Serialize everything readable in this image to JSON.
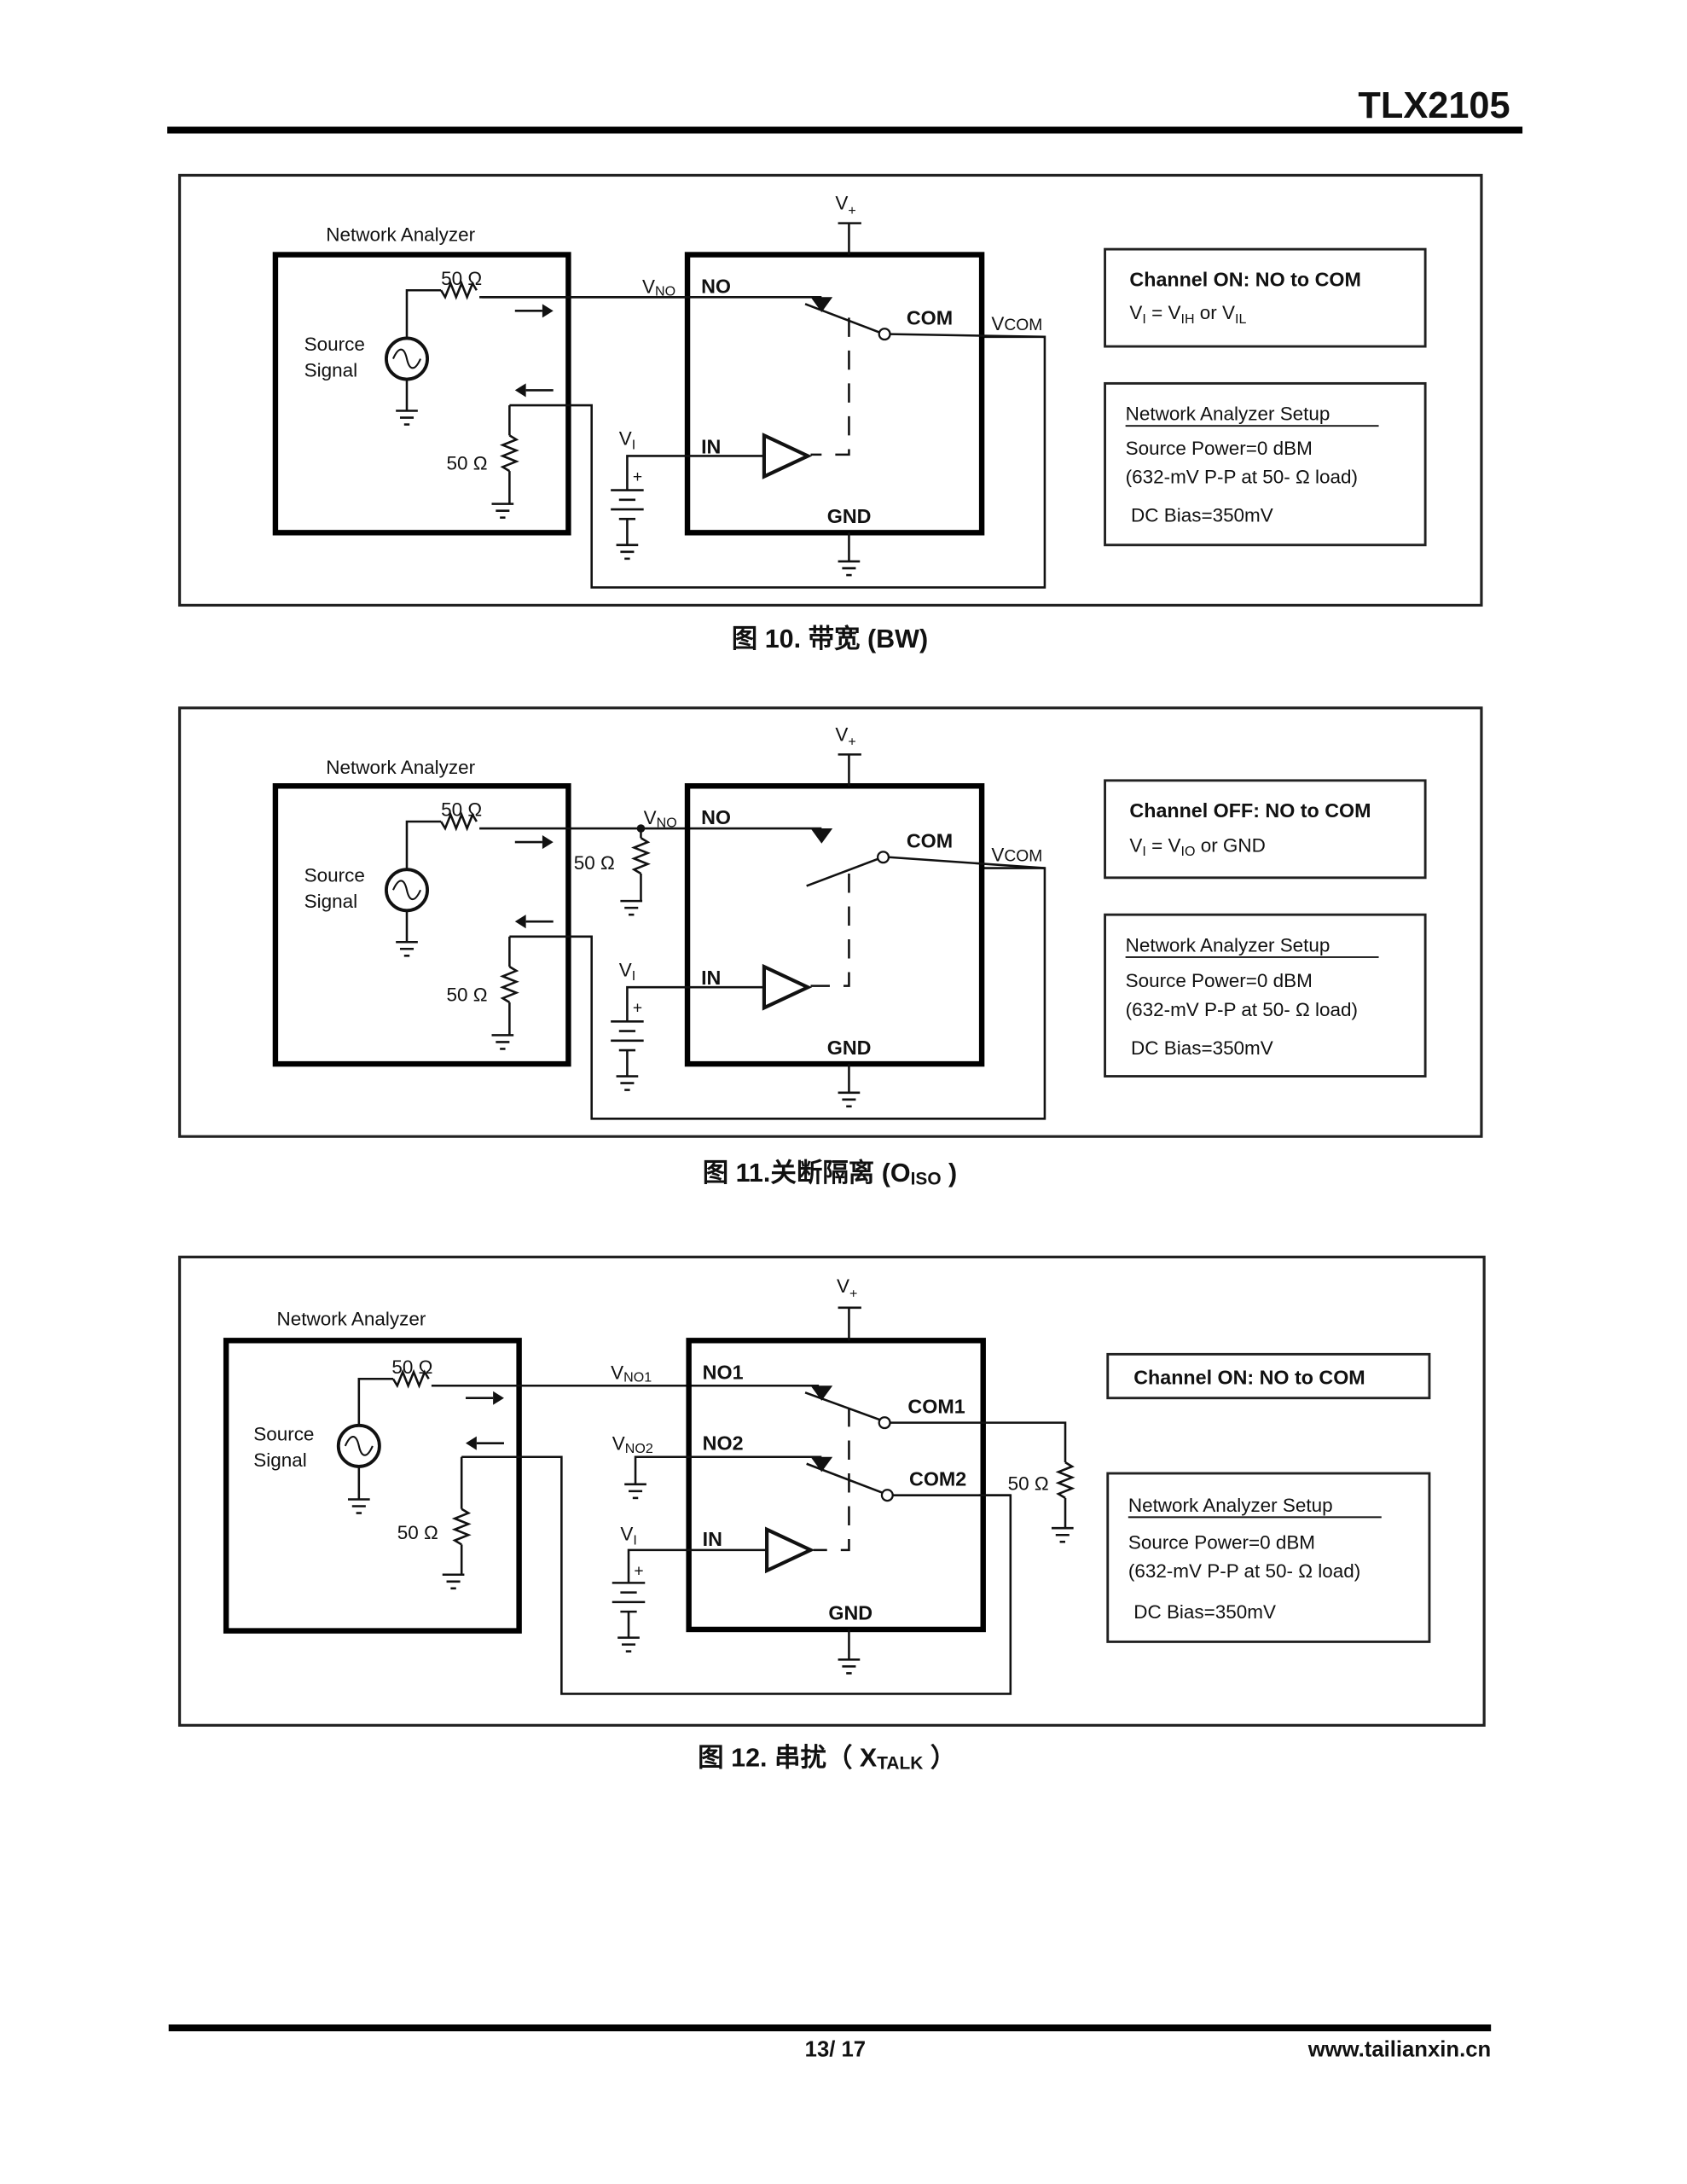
{
  "header": {
    "part_number": "TLX2105"
  },
  "footer": {
    "page": "13/ 17",
    "website": "www.tailianxin.cn"
  },
  "figures": [
    {
      "caption": "图 10. 带宽 (BW)",
      "analyzer_label": "Network Analyzer",
      "source_label_1": "Source",
      "source_label_2": "Signal",
      "r_source": "50 Ω",
      "r_load": "50 Ω",
      "vplus": "V",
      "vplus_sub": "+",
      "vno": "V",
      "vno_sub": "NO",
      "no_pin": "NO",
      "com_pin": "COM",
      "vcom": "V",
      "vcom_sub": "COM",
      "vi": "V",
      "vi_sub": "I",
      "in_pin": "IN",
      "gnd_pin": "GND",
      "plus": "+",
      "state_line1": "Channel ON: NO to COM",
      "state_line2_a": "V",
      "state_line2_a_sub": "I",
      "state_line2_b": " = V",
      "state_line2_b_sub": "IH",
      "state_line2_c": " or V",
      "state_line2_c_sub": "IL",
      "setup_title": "Network Analyzer Setup",
      "setup_line1": "Source Power=0 dBM",
      "setup_line2": "(632-mV P-P at 50- Ω load)",
      "setup_line3": "DC Bias=350mV"
    },
    {
      "caption": "图 11.关断隔离 (O",
      "caption_sub": "ISO",
      "caption_end": " )",
      "analyzer_label": "Network Analyzer",
      "source_label_1": "Source",
      "source_label_2": "Signal",
      "r_source": "50 Ω",
      "r_load": "50 Ω",
      "r_shunt": "50 Ω",
      "vplus": "V",
      "vplus_sub": "+",
      "vno": "V",
      "vno_sub": "NO",
      "no_pin": "NO",
      "com_pin": "COM",
      "vcom": "V",
      "vcom_sub": "COM",
      "vi": "V",
      "vi_sub": "I",
      "in_pin": "IN",
      "gnd_pin": "GND",
      "plus": "+",
      "state_line1": "Channel OFF: NO to COM",
      "state_line2_a": "V",
      "state_line2_a_sub": "I",
      "state_line2_b": " = V",
      "state_line2_b_sub": "IO",
      "state_line2_c": " or GND",
      "setup_title": "Network Analyzer Setup",
      "setup_line1": "Source Power=0 dBM",
      "setup_line2": "(632-mV P-P at 50- Ω load)",
      "setup_line3": "DC Bias=350mV"
    },
    {
      "caption": "图 12. 串扰（ X",
      "caption_sub": "TALK",
      "caption_end": " ）",
      "analyzer_label": "Network Analyzer",
      "source_label_1": "Source",
      "source_label_2": "Signal",
      "r_source": "50 Ω",
      "r_load": "50 Ω",
      "r_com1": "50 Ω",
      "vplus": "V",
      "vplus_sub": "+",
      "vno1": "V",
      "vno1_sub": "NO1",
      "vno2": "V",
      "vno2_sub": "NO2",
      "no1_pin": "NO1",
      "no2_pin": "NO2",
      "com1_pin": "COM1",
      "com2_pin": "COM2",
      "vi": "V",
      "vi_sub": "I",
      "in_pin": "IN",
      "gnd_pin": "GND",
      "plus": "+",
      "state_line1": "Channel ON: NO to COM",
      "setup_title": "Network Analyzer Setup",
      "setup_line1": "Source Power=0 dBM",
      "setup_line2": "(632-mV P-P at 50- Ω load)",
      "setup_line3": "DC Bias=350mV"
    }
  ]
}
